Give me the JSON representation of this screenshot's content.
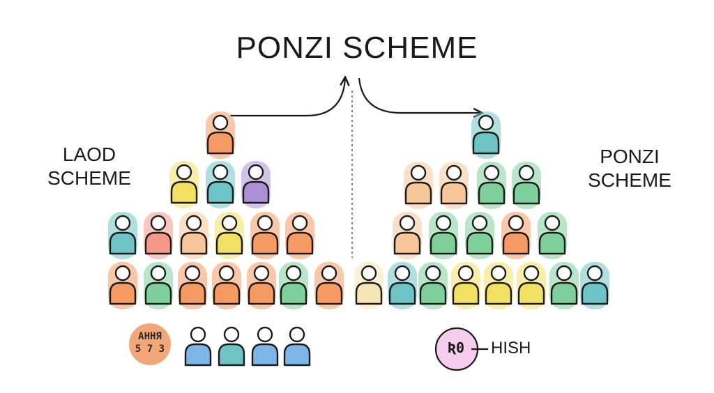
{
  "title": "PONZI SCHEME",
  "left_label": {
    "line1": "LAOD",
    "line2": "SCHEME"
  },
  "right_label": {
    "line1": "PONZI",
    "line2": "SCHEME"
  },
  "left_badge": {
    "line1": "АННЯ",
    "line2": "5 7 3"
  },
  "right_badge": {
    "value": "Ʀ0",
    "label": "HISH"
  },
  "colors": {
    "orange": "#f59a62",
    "yellow": "#f2e062",
    "teal": "#6ec4c4",
    "purple": "#ad8fd9",
    "green": "#7fcf9a",
    "blue": "#7db5e4",
    "salmon": "#f39a8a",
    "peach": "#f7c79a",
    "cream": "#f5e4b4",
    "pink_badge": "#f5cdef",
    "orange_badge": "#f3a677"
  },
  "left_pyramid": [
    [
      "orange"
    ],
    [
      "yellow",
      "teal",
      "purple"
    ],
    [
      "teal",
      "salmon",
      "peach",
      "yellow",
      "orange",
      "orange"
    ],
    [
      "orange",
      "green",
      "orange",
      "orange",
      "orange",
      "green",
      "orange"
    ]
  ],
  "right_pyramid": [
    [
      "teal"
    ],
    [
      "peach",
      "peach",
      "green",
      "green"
    ],
    [
      "peach",
      "green",
      "green",
      "orange",
      "green"
    ],
    [
      "cream",
      "teal",
      "green",
      "yellow",
      "yellow",
      "yellow",
      "green",
      "teal"
    ]
  ],
  "bottom_people": [
    "blue",
    "teal",
    "blue",
    "blue"
  ]
}
